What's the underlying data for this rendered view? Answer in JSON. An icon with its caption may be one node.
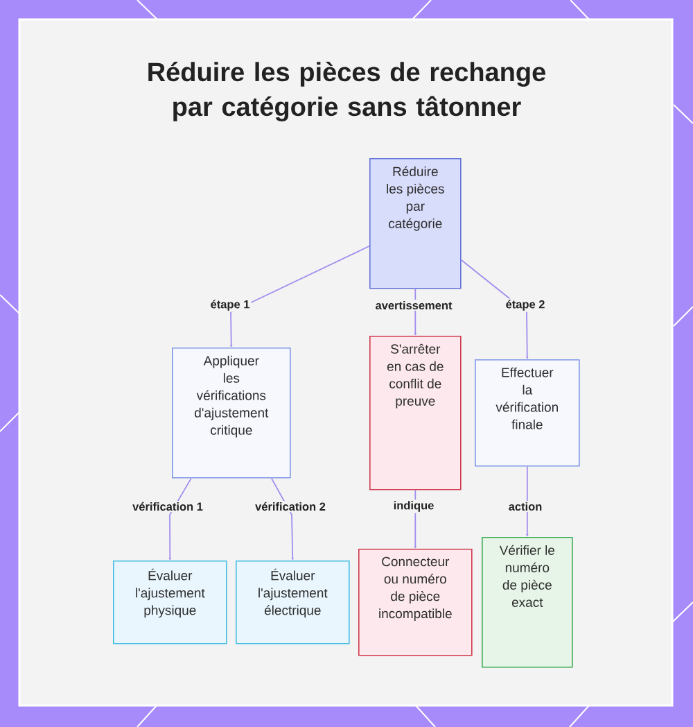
{
  "diagram": {
    "title": "Réduire les pièces de rechange par catégorie sans tâtonner",
    "nodes": [
      {
        "text": [
          "Réduire les pièces par catégorie"
        ]
      },
      {
        "text": [
          "Appliquer les vérifications d'ajustement critique"
        ]
      },
      {
        "text": [
          "S'arrêter en cas de conflit de preuve"
        ]
      },
      {
        "text": [
          "Effectuer la vérification finale"
        ]
      },
      {
        "text": [
          "Évaluer l'ajustement physique"
        ]
      },
      {
        "text": [
          "Évaluer l'ajustement électrique"
        ]
      },
      {
        "text": [
          "Connecteur ou numéro de pièce incompatible"
        ]
      },
      {
        "text": [
          "Vérifier le numéro de pièce exact"
        ]
      }
    ],
    "edges": [
      {
        "from": 0,
        "to": 1,
        "label": "étape 1",
        "arrow": "to"
      },
      {
        "from": 0,
        "to": 2,
        "label": "avertissement",
        "arrow": "to"
      },
      {
        "from": 0,
        "to": 3,
        "label": "étape 2",
        "arrow": "to"
      },
      {
        "from": 1,
        "to": 4,
        "label": "vérification 1",
        "arrow": "to"
      },
      {
        "from": 1,
        "to": 5,
        "label": "vérification 2",
        "arrow": "to"
      },
      {
        "from": 2,
        "to": 6,
        "label": "indique",
        "arrow": "to"
      },
      {
        "from": 3,
        "to": 7,
        "label": "action",
        "arrow": "to"
      }
    ]
  }
}
